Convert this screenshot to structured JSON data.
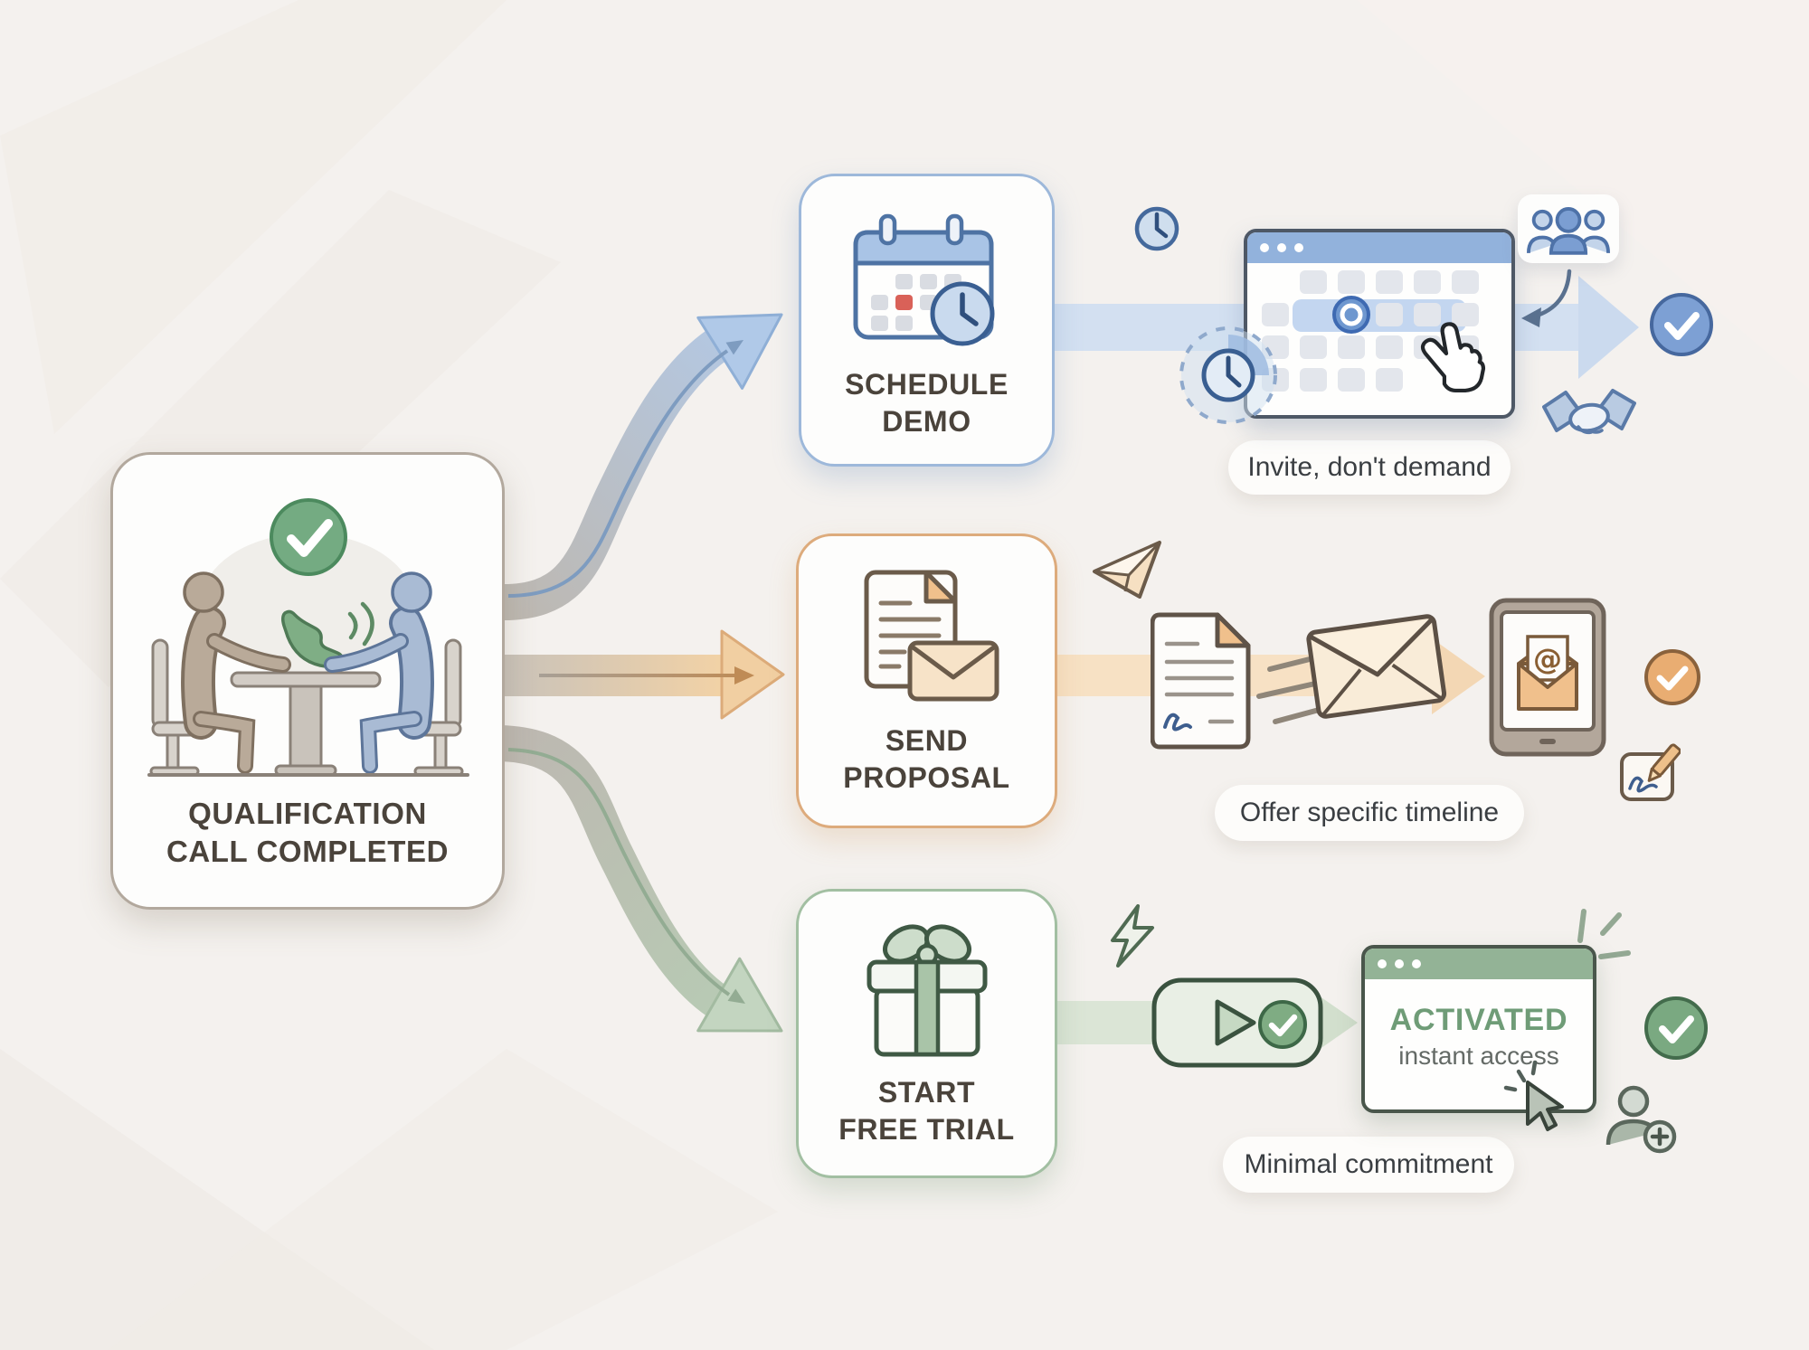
{
  "source": {
    "label": "QUALIFICATION\nCALL COMPLETED"
  },
  "branches": {
    "demo": {
      "label": "SCHEDULE\nDEMO",
      "annotation": "Invite, don't demand",
      "accent": "#9db8da"
    },
    "proposal": {
      "label": "SEND\nPROPOSAL",
      "annotation": "Offer specific timeline",
      "accent": "#ddab7c"
    },
    "trial": {
      "label": "START\nFREE TRIAL",
      "annotation": "Minimal commitment",
      "accent": "#a2bfa2"
    }
  },
  "trial_window": {
    "title": "ACTIVATED",
    "subtitle": "instant access"
  },
  "icons": {
    "at_symbol": "@"
  },
  "colors": {
    "blue_accent": "#7da0d4",
    "orange_accent": "#e9ad72",
    "green_accent": "#7aa981",
    "success_green": "#6faf7e",
    "alert_red": "#d96158",
    "band_blue": "#d3e0f1",
    "band_orange": "#f7e1c4",
    "band_green": "#dbe5d6"
  }
}
